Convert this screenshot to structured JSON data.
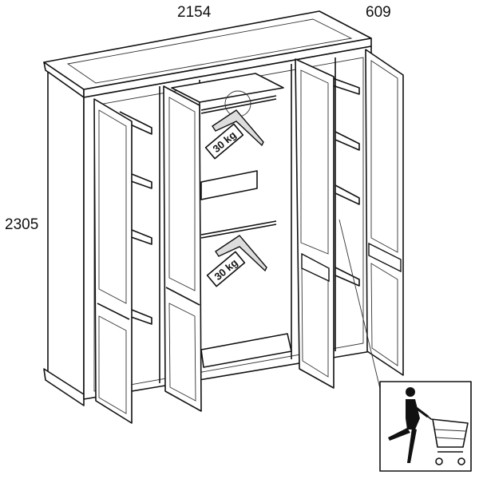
{
  "dimensions": {
    "width": "2154",
    "depth": "609",
    "height": "2305"
  },
  "hanger_labels": {
    "upper_rail_load": "30 kg",
    "lower_rail_load": "30 kg"
  },
  "inset": {
    "icon": "woman-with-shopping-cart-icon"
  }
}
